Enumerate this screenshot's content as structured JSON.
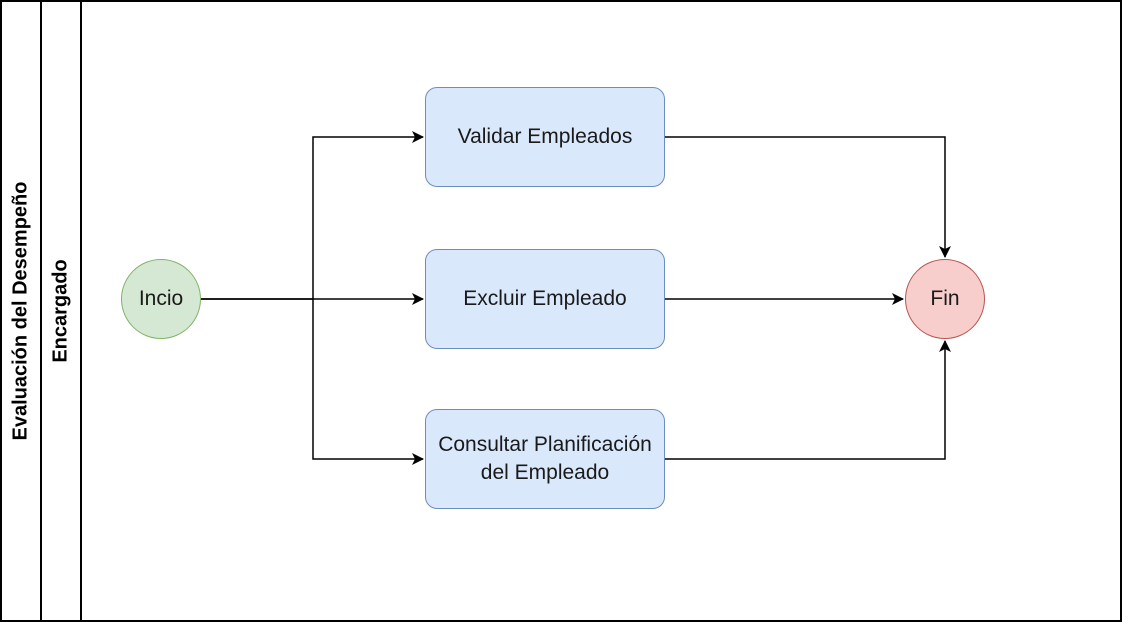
{
  "pool": {
    "title": "Evaluación del Desempeño"
  },
  "lane": {
    "title": "Encargado"
  },
  "nodes": {
    "start": "Incio",
    "end": "Fin",
    "tasks": [
      "Validar Empleados",
      "Excluir Empleado",
      "Consultar Planificación del Empleado"
    ]
  },
  "edges": [
    {
      "from": "Incio",
      "to": "Validar Empleados"
    },
    {
      "from": "Incio",
      "to": "Excluir Empleado"
    },
    {
      "from": "Incio",
      "to": "Consultar Planificación del Empleado"
    },
    {
      "from": "Validar Empleados",
      "to": "Fin"
    },
    {
      "from": "Excluir Empleado",
      "to": "Fin"
    },
    {
      "from": "Consultar Planificación del Empleado",
      "to": "Fin"
    }
  ],
  "colors": {
    "task_fill": "#dae8fc",
    "task_stroke": "#6c8ebf",
    "start_fill": "#d5e8d4",
    "start_stroke": "#82b366",
    "end_fill": "#f8cecc",
    "end_stroke": "#b85450"
  }
}
